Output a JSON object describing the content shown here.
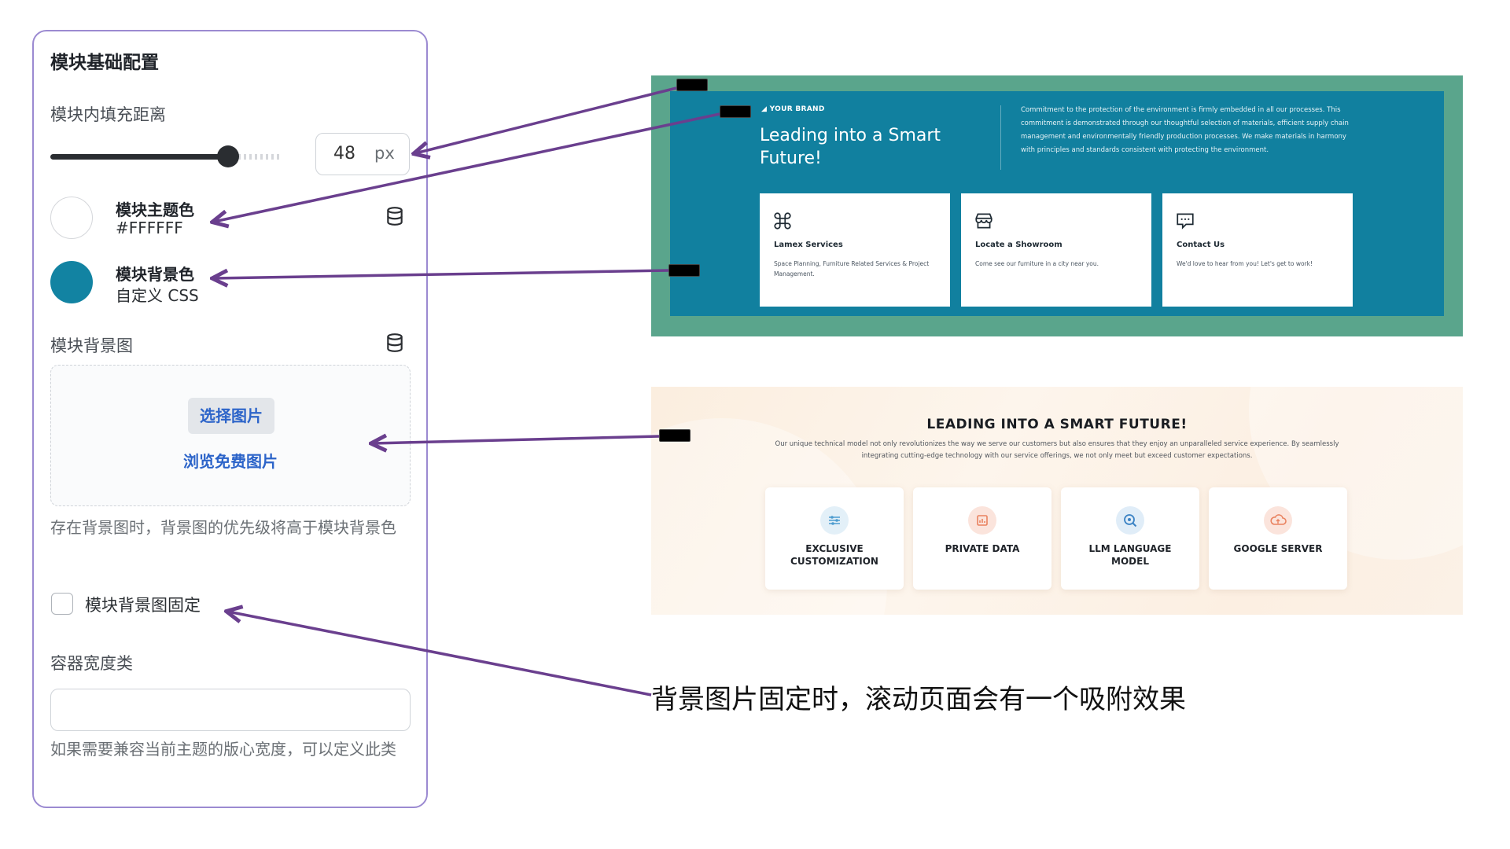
{
  "panel": {
    "title": "模块基础配置",
    "padding_label": "模块内填充距离",
    "padding_value": "48",
    "padding_unit": "px",
    "theme_color_label": "模块主题色",
    "theme_color_value": "#FFFFFF",
    "bg_color_label": "模块背景色",
    "bg_color_value": "自定义 CSS",
    "bg_image_label": "模块背景图",
    "choose_image_label": "选择图片",
    "browse_free_label": "浏览免费图片",
    "bg_image_hint": "存在背景图时，背景图的优先级将高于模块背景色",
    "fixed_bg_label": "模块背景图固定",
    "fixed_bg_checked": false,
    "container_width_label": "容器宽度类",
    "container_width_value": "",
    "container_width_hint": "如果需要兼容当前主题的版心宽度，可以定义此类"
  },
  "preview_teal": {
    "brand": "YOUR BRAND",
    "heading": "Leading into a Smart Future!",
    "paragraph": "Commitment to the protection of the environment is firmly embedded in all our processes. This commitment is demonstrated through our thoughtful selection of materials, efficient supply chain management and environmentally friendly production processes. We make materials in harmony with principles and standards consistent with protecting the environment.",
    "cards": [
      {
        "icon": "command-icon",
        "title": "Lamex Services",
        "desc": "Space Planning, Furniture Related Services & Project Management."
      },
      {
        "icon": "store-icon",
        "title": "Locate a Showroom",
        "desc": "Come see our furniture in a city near you."
      },
      {
        "icon": "chat-icon",
        "title": "Contact Us",
        "desc": "We'd love to hear from you! Let's get to work!"
      }
    ]
  },
  "preview_cream": {
    "title": "LEADING INTO A SMART FUTURE!",
    "subtitle": "Our unique technical model not only revolutionizes the way we serve our customers but also ensures that they enjoy an unparalleled service experience. By seamlessly integrating cutting-edge technology with our service offerings, we not only meet but exceed customer expectations.",
    "cards": [
      {
        "icon": "sliders-icon",
        "label": "EXCLUSIVE CUSTOMIZATION"
      },
      {
        "icon": "data-icon",
        "label": "PRIVATE DATA"
      },
      {
        "icon": "language-icon",
        "label": "LLM LANGUAGE MODEL"
      },
      {
        "icon": "cloud-icon",
        "label": "GOOGLE SERVER"
      }
    ]
  },
  "caption": "背景图片固定时，滚动页面会有一个吸附效果",
  "colors": {
    "panel_border": "#9b8ad1",
    "theme_swatch": "#FFFFFF",
    "bg_swatch": "#1283a2",
    "teal_outer": "#5aa58c",
    "teal_inner": "#11809f",
    "link_blue": "#2c64c9",
    "arrow": "#6a3f8e"
  }
}
